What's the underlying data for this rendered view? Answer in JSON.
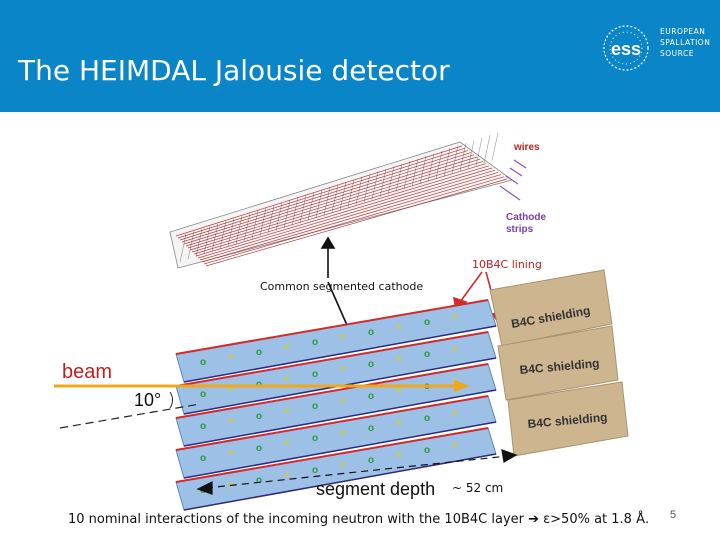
{
  "title": "The HEIMDAL Jalousie detector",
  "logo": {
    "mark": "ess",
    "lines": [
      "EUROPEAN",
      "SPALLATION",
      "SOURCE"
    ]
  },
  "figure": {
    "wires_label": "wires",
    "cathode_label_1": "Cathode",
    "cathode_label_2": "strips",
    "lining_label": "10B4C lining",
    "common_cathode_label": "Common segmented cathode",
    "shielding_labels": [
      "B4C shielding",
      "B4C shielding",
      "B4C shielding"
    ],
    "beam_label": "beam",
    "angle_label": "10°",
    "segment_depth_label": "segment depth",
    "depth_value": "~ 52 cm"
  },
  "footer_text": "10 nominal interactions of the incoming neutron with the 10B4C layer ➔ ε>50% at 1.8 Å.",
  "page_number": "5",
  "colors": {
    "header": "#0a86c8",
    "beam": "#f0a818",
    "shield": "#cdb590",
    "plate": "#9cc0e6",
    "red": "#d42a2a",
    "wire_mark": "#d8c83c",
    "cathode_mark": "#2a9a3a"
  }
}
